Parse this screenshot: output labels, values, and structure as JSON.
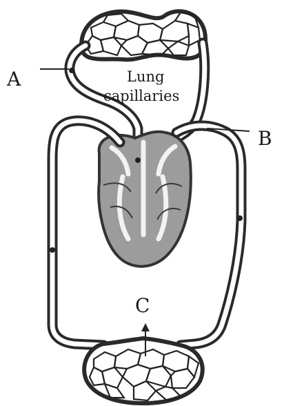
{
  "labels": {
    "a": "A",
    "b": "B",
    "c": "C",
    "lung_line1": "Lung",
    "lung_line2": "capillaries"
  },
  "colors": {
    "ink": "#2a2a2a",
    "heart_fill": "#9c9c9c",
    "background": "#ffffff"
  }
}
